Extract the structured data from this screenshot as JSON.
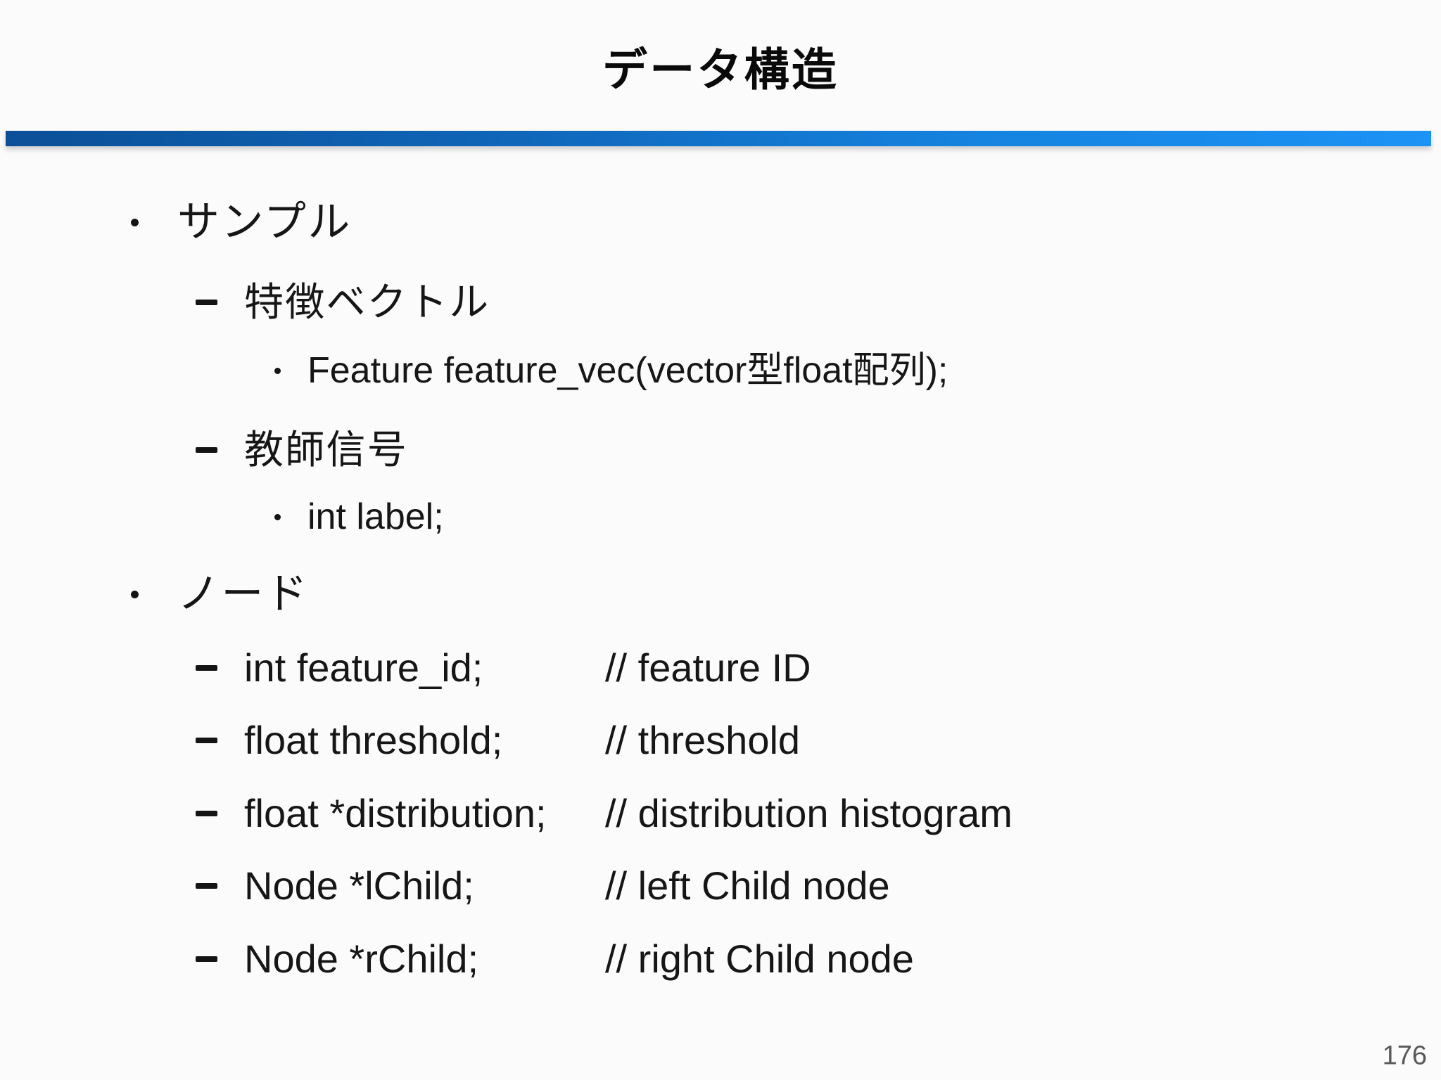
{
  "slide": {
    "title": "データ構造",
    "page_number": "176",
    "accent_colors": {
      "rule_bar_left": "#0b4f97",
      "rule_bar_right": "#1c93f6",
      "text": "#161616",
      "page_number": "#58585b"
    },
    "bullets": {
      "sample": {
        "label": "サンプル",
        "feature_vector": {
          "label": "特徴ベクトル",
          "code": "Feature feature_vec(vector型float配列);"
        },
        "teacher_signal": {
          "label": "教師信号",
          "code": "int label;"
        }
      },
      "node": {
        "label": "ノード",
        "members": [
          {
            "code": "int feature_id;",
            "comment": "// feature ID"
          },
          {
            "code": "float threshold;",
            "comment": "// threshold"
          },
          {
            "code": "float *distribution;",
            "comment": "// distribution histogram"
          },
          {
            "code": "Node *lChild;",
            "comment": "// left Child node"
          },
          {
            "code": "Node *rChild;",
            "comment": "// right Child node"
          }
        ]
      }
    }
  }
}
